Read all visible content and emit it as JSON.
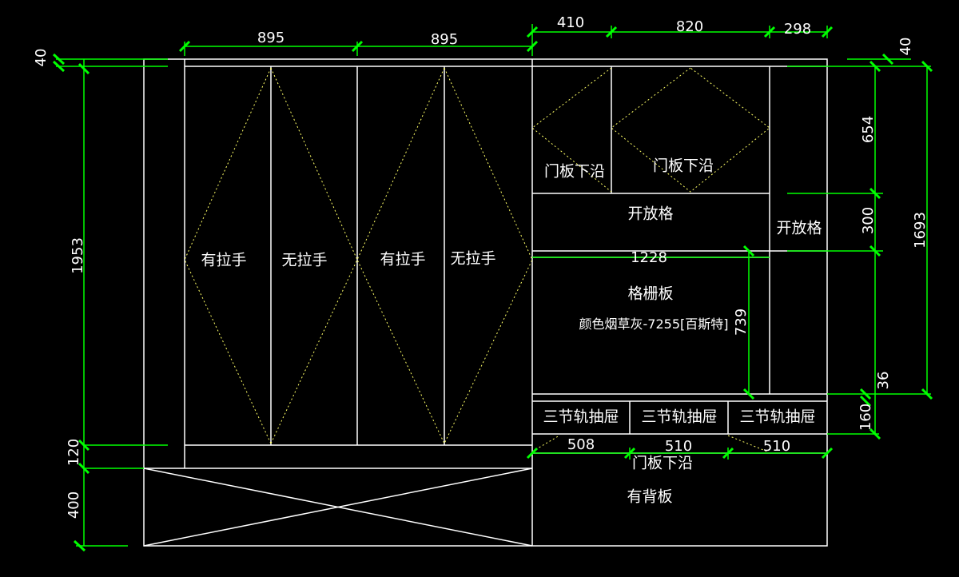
{
  "drawing": {
    "line_color": "#ffffff",
    "dimension_color": "#00ff00",
    "guide_color": "#ffff66",
    "background": "#000000"
  },
  "dimensions": {
    "top_left_door_1": "895",
    "top_left_door_2": "895",
    "top_right_410": "410",
    "top_right_820": "820",
    "top_right_298": "298",
    "left_top_40": "40",
    "right_top_40": "40",
    "left_1953": "1953",
    "left_120": "120",
    "left_400": "400",
    "right_654": "654",
    "right_300": "300",
    "right_1693": "1693",
    "right_36": "36",
    "right_160": "160",
    "mid_1228": "1228",
    "mid_739": "739",
    "bottom_508": "508",
    "bottom_510_a": "510",
    "bottom_510_b": "510"
  },
  "labels": {
    "door1": "有拉手",
    "door2": "无拉手",
    "door3": "有拉手",
    "door4": "无拉手",
    "upper_door_left": "门板下沿",
    "upper_door_right": "门板下沿",
    "open_shelf_center": "开放格",
    "open_shelf_right": "开放格",
    "grille_panel": "格栅板",
    "color_note": "颜色烟草灰-7255[百斯特]",
    "drawer1": "三节轨抽屉",
    "drawer2": "三节轨抽屉",
    "drawer3": "三节轨抽屉",
    "lower_door": "门板下沿",
    "back_panel": "有背板"
  }
}
